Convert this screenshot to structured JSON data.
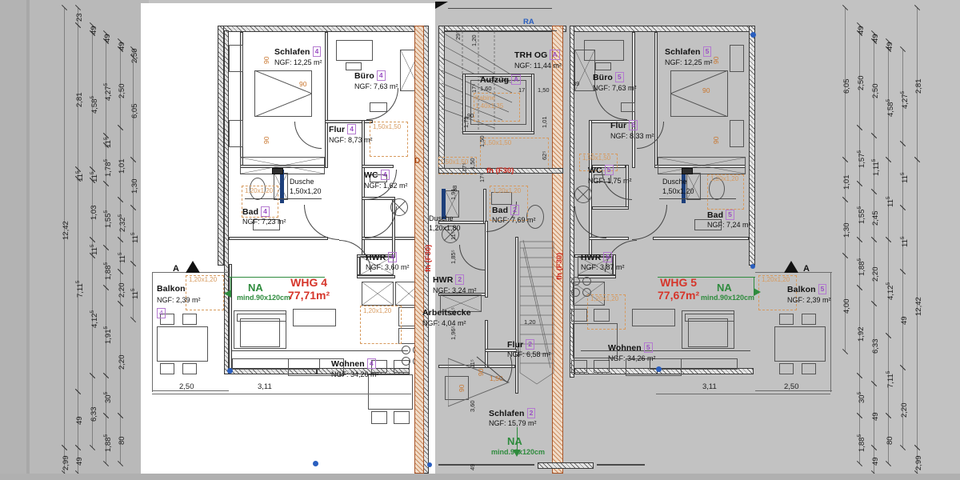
{
  "drawing": {
    "type": "architectural-floor-plan",
    "description": "Grundriss Obergeschoss - zwei Wohnungen WHG 4 und WHG 5 mit Treppenhaus",
    "background_color": "#b9b9b9",
    "sheet_color": "#c2c2c2"
  },
  "units": {
    "apartment_left": {
      "code": "WHG 4",
      "area": "77,71m²",
      "color": "#d6352a"
    },
    "apartment_right": {
      "code": "WHG 5",
      "area": "77,67m²",
      "color": "#d6352a"
    }
  },
  "rooms_left": [
    {
      "name": "Schlafen",
      "area": "NGF: 12,25 m²",
      "tag": "4"
    },
    {
      "name": "Büro",
      "area": "NGF: 7,63 m²",
      "tag": "4"
    },
    {
      "name": "Flur",
      "area": "NGF: 8,73 m²",
      "tag": "4"
    },
    {
      "name": "WC",
      "area": "NGF: 1,62 m²",
      "tag": "4"
    },
    {
      "name": "Bad",
      "area": "NGF: 7,23 m²",
      "tag": "4"
    },
    {
      "name": "HWR",
      "area": "NGF: 3,60 m²",
      "tag": "4"
    },
    {
      "name": "Wohnen",
      "area": "NGF: 34,26 m²",
      "tag": "4"
    },
    {
      "name": "Balkon",
      "area": "NGF: 2,39 m²",
      "tag": "4"
    },
    {
      "name": "Dusche",
      "area": "1,50x1,20",
      "tag": ""
    }
  ],
  "rooms_center": [
    {
      "name": "TRH OG",
      "area": "NGF: 11,44 m²",
      "tag": "A"
    },
    {
      "name": "Aufzug",
      "area": "1,60",
      "tag": "A"
    },
    {
      "name": "Bad",
      "area": "NGF: 7,69 m²",
      "tag": "2"
    },
    {
      "name": "HWR",
      "area": "NGF: 3,24 m²",
      "tag": "2"
    },
    {
      "name": "Arbeitsecke",
      "area": "NGF: 4,04 m²",
      "tag": "2"
    },
    {
      "name": "Flur",
      "area": "NGF: 6,58 m²",
      "tag": "2"
    },
    {
      "name": "Schlafen",
      "area": "NGF: 15,79 m²",
      "tag": "2"
    },
    {
      "name": "Dusche",
      "area": "1,20x1,80",
      "tag": ""
    }
  ],
  "rooms_right": [
    {
      "name": "Schlafen",
      "area": "NGF: 12,25 m²",
      "tag": "5"
    },
    {
      "name": "Büro",
      "area": "NGF: 7,63 m²",
      "tag": "5"
    },
    {
      "name": "Flur",
      "area": "NGF: 8,33 m²",
      "tag": "5"
    },
    {
      "name": "WC",
      "area": "NGF: 1,75 m²",
      "tag": "5"
    },
    {
      "name": "Bad",
      "area": "NGF: 7,24 m²",
      "tag": "5"
    },
    {
      "name": "HWR",
      "area": "NGF: 3,87 m²",
      "tag": "5"
    },
    {
      "name": "Wohnen",
      "area": "NGF: 34,26 m²",
      "tag": "5"
    },
    {
      "name": "Balkon",
      "area": "NGF: 2,39 m²",
      "tag": "5"
    },
    {
      "name": "Dusche",
      "area": "1,50x1,20",
      "tag": ""
    }
  ],
  "annotations": {
    "na_label": "NA",
    "na_sub": "mind.90x120cm",
    "na_sub_bottom": "mind.90x120cm",
    "fire_wall": "fh (F30)",
    "ra_label": "RA",
    "door_marker": "D",
    "section_marker": "A",
    "kabine": "Kabine",
    "kabine_dim": "1,40x1,35"
  },
  "clearances": {
    "c150x150": "1,50x1,50",
    "c120x120": "1,20x1,20",
    "c150x120": "1,50x1,20",
    "c120x180": "1,20x1,80"
  },
  "dims_left_chain": [
    "12,42",
    "2,81",
    "11⁵",
    "4,58⁵",
    "1,03",
    "11⁵",
    "1,01",
    "1,30",
    "23",
    "49",
    "49",
    "49",
    "4,27⁵",
    "11⁵",
    "1,78⁵",
    "2,50",
    "2,50",
    "11⁵",
    "6,05",
    "1,55⁵",
    "2,32⁵",
    "11⁵",
    "11⁵",
    "11⁵",
    "1,88⁵",
    "2,20",
    "4,12⁵",
    "7,11⁵",
    "1,91⁵",
    "6,33",
    "30⁵",
    "49",
    "49",
    "80",
    "2,99",
    "1,88⁵",
    "2,20"
  ],
  "dims_right_chain": [
    "6,05",
    "2,50",
    "2,50",
    "49",
    "49",
    "49",
    "4,27⁵",
    "11⁵",
    "11⁵",
    "1,57⁵",
    "11⁵",
    "1,11⁵",
    "4,58⁵",
    "11⁵",
    "2,81",
    "12,42",
    "1,01",
    "1,30",
    "11⁵",
    "2,45",
    "1,55⁵",
    "11⁵",
    "11⁵",
    "11⁵",
    "4,00",
    "1,88⁵",
    "2,20",
    "1,92",
    "4,12⁵",
    "30⁵",
    "6,33",
    "7,11⁵",
    "49",
    "1,88⁵",
    "2,20",
    "80",
    "49",
    "49",
    "2,99"
  ],
  "dims_bottom_left": [
    "2,50",
    "3,11"
  ],
  "dims_bottom_right": [
    "3,11",
    "2,50"
  ],
  "dims_interior": {
    "d90a": "90",
    "d90b": "90",
    "d90c": "90",
    "d120": "1,20",
    "d160": "1,60",
    "d150": "1,50",
    "d175": "1,75",
    "d17a": "17⁵",
    "d17b": "17⁵",
    "d17c": "17",
    "d17d": "17⁵",
    "d101": "1,01",
    "d62": "62⁵",
    "d38": "38",
    "d39": "39",
    "d191": "1,91",
    "d185": "1,85⁵",
    "d196": "1,96⁵",
    "d115": "11⁵",
    "d360": "3,60",
    "d180": "1,80",
    "d29": "29⁵",
    "d49": "49",
    "d150_150": "1,50",
    "d120b": "1,20"
  }
}
